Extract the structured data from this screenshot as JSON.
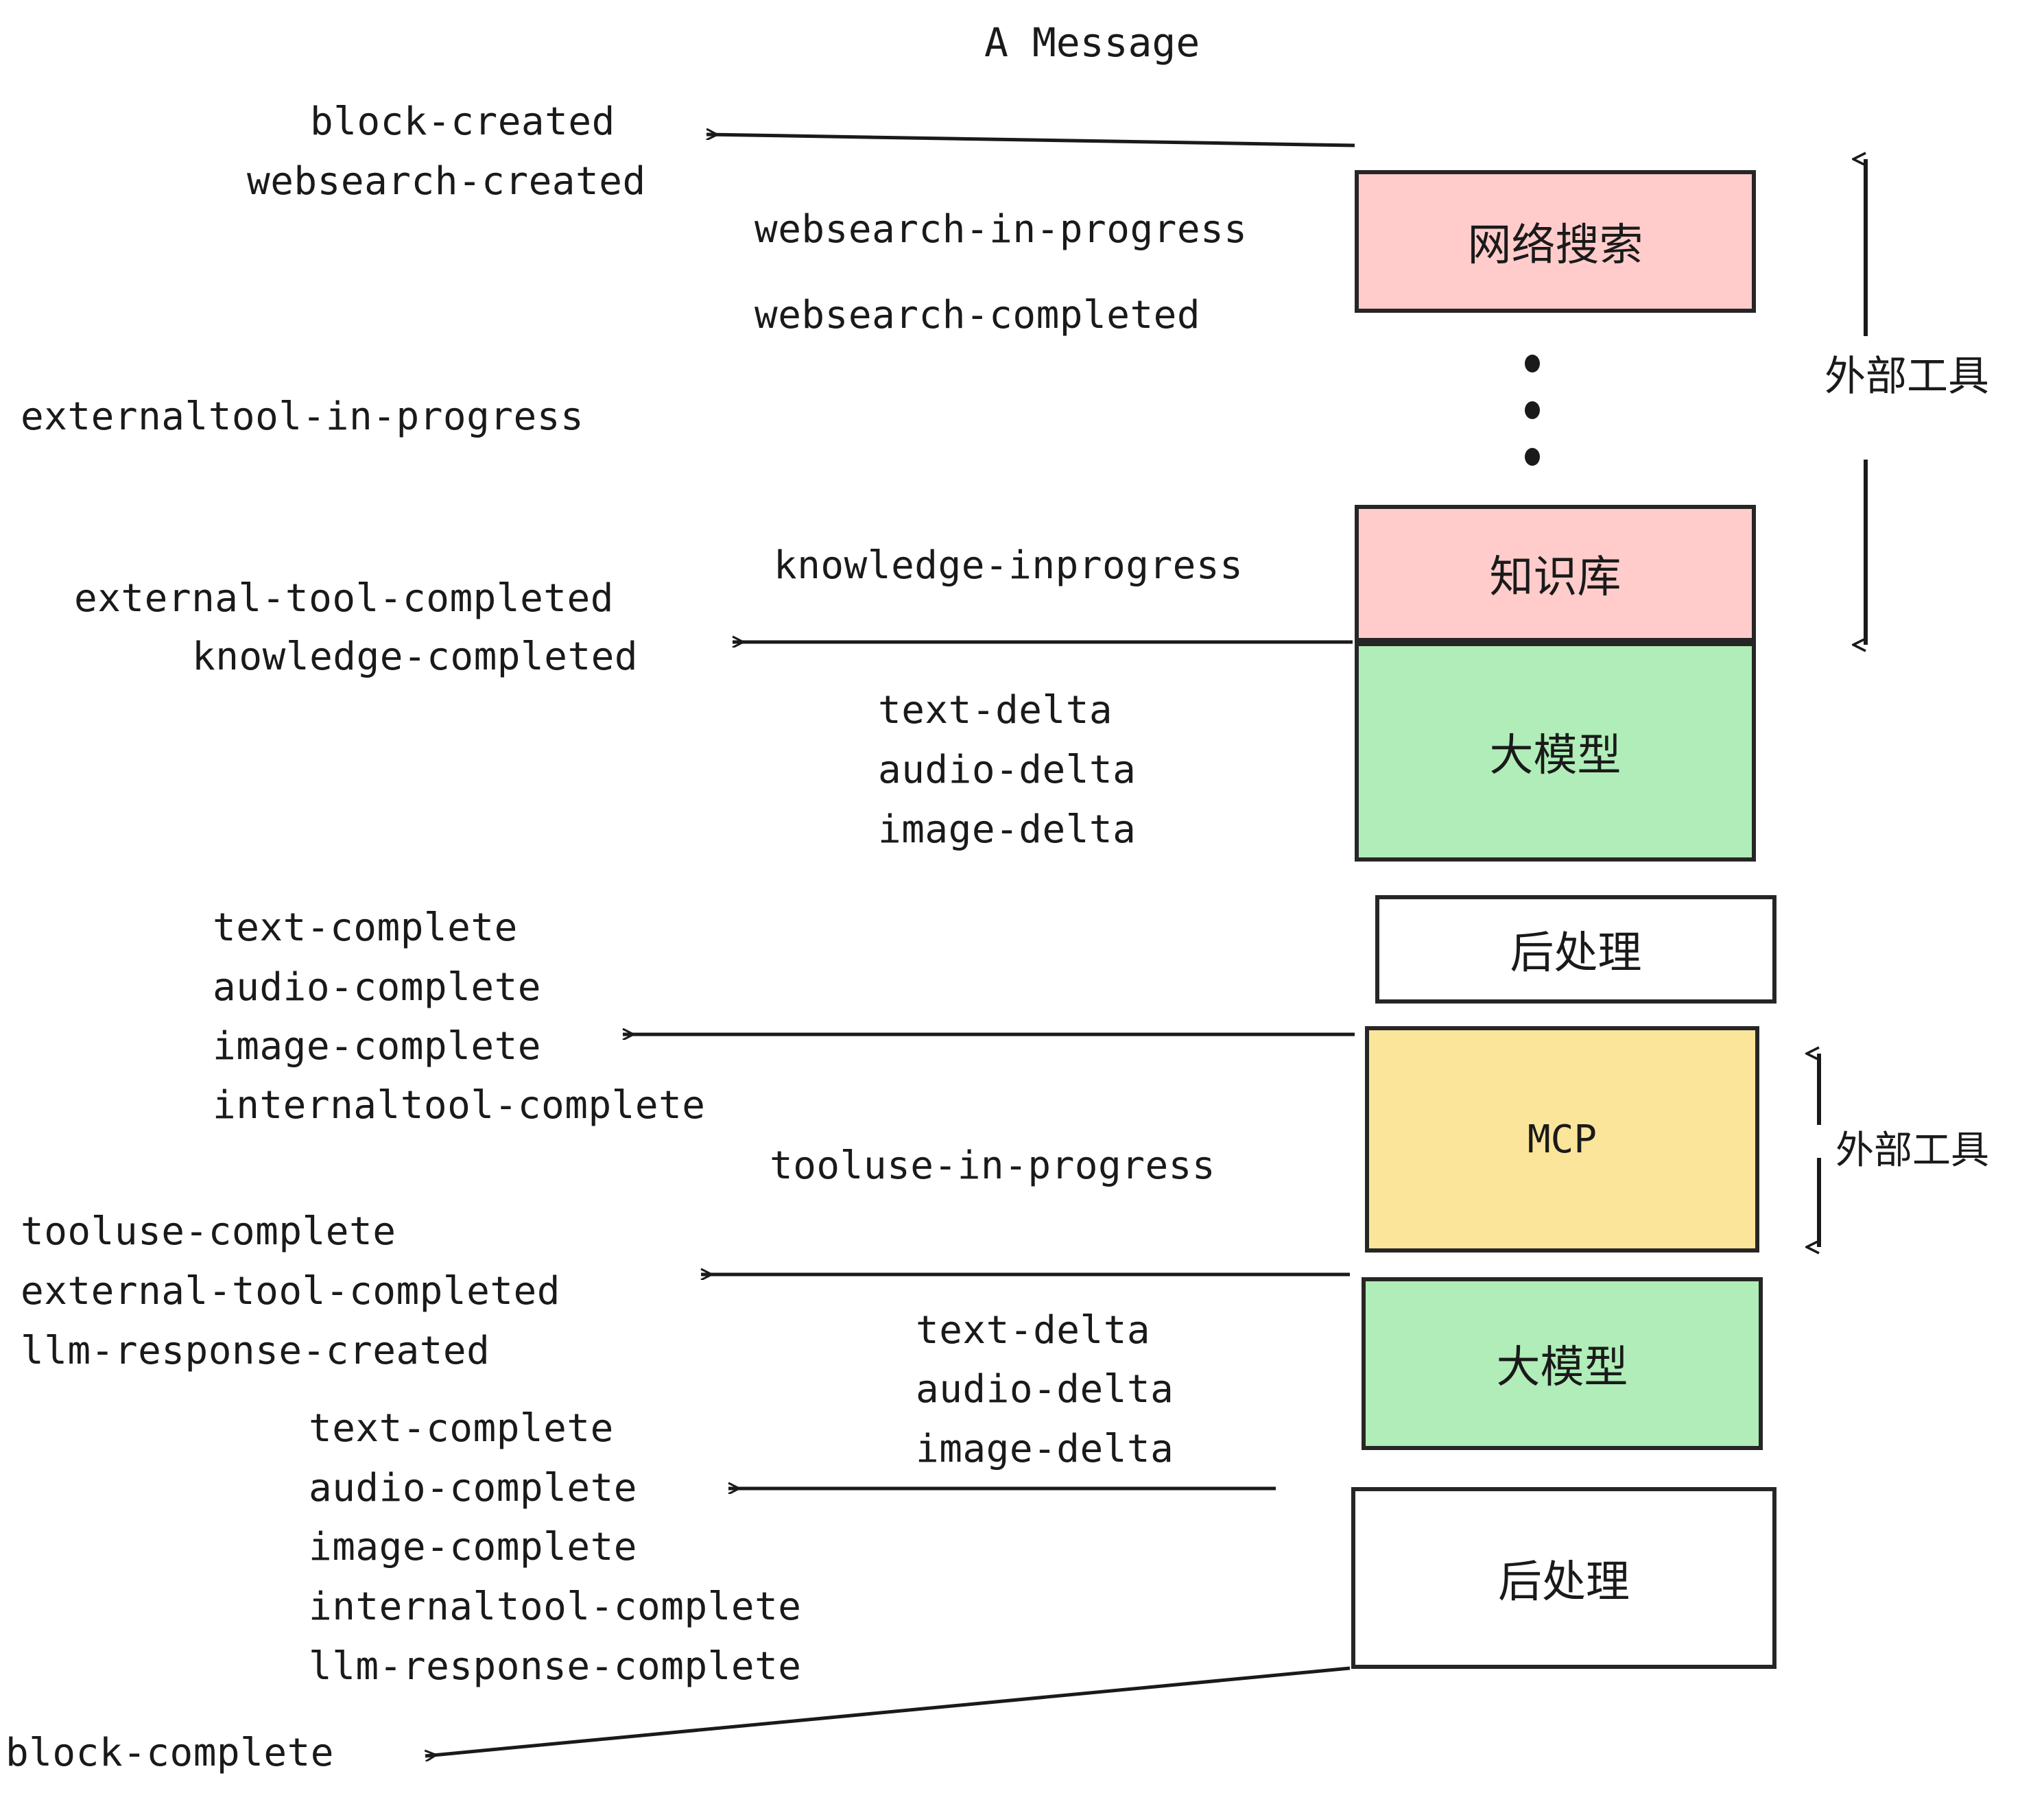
{
  "title": "A Message",
  "boxes": [
    {
      "id": "websearch",
      "label": "网络搜索",
      "color": "#ffcccb",
      "kind": "cjk"
    },
    {
      "id": "knowledge",
      "label": "知识库",
      "color": "#ffcccb",
      "kind": "cjk"
    },
    {
      "id": "llm-1",
      "label": "大模型",
      "color": "#b0edb8",
      "kind": "cjk"
    },
    {
      "id": "postprocess-1",
      "label": "后处理",
      "color": "#ffffff",
      "kind": "cjk"
    },
    {
      "id": "mcp",
      "label": "MCP",
      "color": "#fbe59a",
      "kind": "mono"
    },
    {
      "id": "llm-2",
      "label": "大模型",
      "color": "#b0edb8",
      "kind": "cjk"
    },
    {
      "id": "postprocess-2",
      "label": "后处理",
      "color": "#ffffff",
      "kind": "cjk"
    }
  ],
  "side_labels": [
    {
      "id": "external-tools-top",
      "text": "外部工具"
    },
    {
      "id": "external-tools-bottom",
      "text": "外部工具"
    }
  ],
  "events": {
    "block_created": "block-created",
    "websearch_created": "websearch-created",
    "websearch_in_progress": "websearch-in-progress",
    "websearch_completed": "websearch-completed",
    "externaltool_in_progress": "externaltool-in-progress",
    "knowledge_inprogress": "knowledge-inprogress",
    "external_tool_completed_1": "external-tool-completed",
    "knowledge_completed": "knowledge-completed",
    "text_delta_1": "text-delta",
    "audio_delta_1": "audio-delta",
    "image_delta_1": "image-delta",
    "text_complete_1": "text-complete",
    "audio_complete_1": "audio-complete",
    "image_complete_1": "image-complete",
    "internaltool_complete_1": "internaltool-complete",
    "tooluse_in_progress": "tooluse-in-progress",
    "tooluse_complete": "tooluse-complete",
    "external_tool_completed_2": "external-tool-completed",
    "llm_response_created": "llm-response-created",
    "text_delta_2": "text-delta",
    "audio_delta_2": "audio-delta",
    "image_delta_2": "image-delta",
    "text_complete_2": "text-complete",
    "audio_complete_2": "audio-complete",
    "image_complete_2": "image-complete",
    "internaltool_complete_2": "internaltool-complete",
    "llm_response_complete": "llm-response-complete",
    "block_complete": "block-complete"
  },
  "colors": {
    "stroke": "#262626",
    "pink": "#ffcccb",
    "green": "#b0edb8",
    "yellow": "#fbe59a",
    "white": "#ffffff",
    "text": "#1a1a1a"
  }
}
